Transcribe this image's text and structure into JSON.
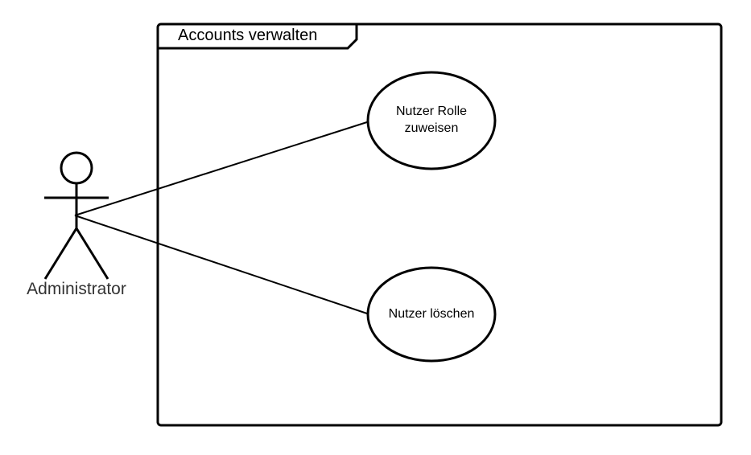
{
  "system_boundary": {
    "title": "Accounts verwalten"
  },
  "actor": {
    "label": "Administrator"
  },
  "use_cases": [
    {
      "line1": "Nutzer Rolle",
      "line2": "zuweisen"
    },
    {
      "line1": "Nutzer löschen"
    }
  ],
  "colors": {
    "stroke": "#000000",
    "background": "#ffffff",
    "actor_label": "#333333"
  }
}
